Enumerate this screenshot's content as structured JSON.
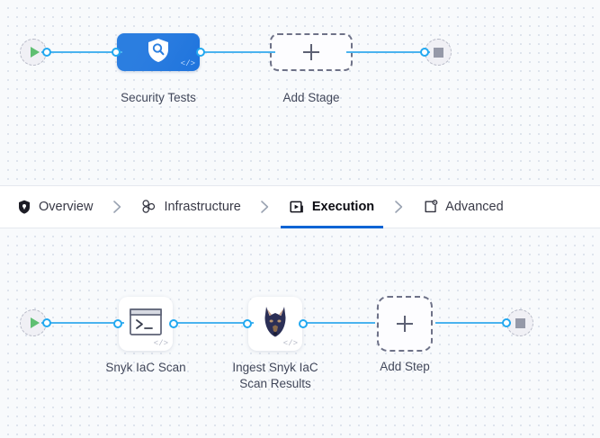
{
  "tabs": [
    {
      "label": "Overview",
      "icon": "shield-icon",
      "active": false
    },
    {
      "label": "Infrastructure",
      "icon": "nodes-icon",
      "active": false
    },
    {
      "label": "Execution",
      "icon": "play-box-icon",
      "active": true
    },
    {
      "label": "Advanced",
      "icon": "settings-card-icon",
      "active": false
    }
  ],
  "tab_separator": "chevron-right-icon",
  "stage_canvas": {
    "start_node": {
      "name": "pipeline-start",
      "icon": "play-icon"
    },
    "stage": {
      "label": "Security Tests",
      "icon": "shield-search-icon",
      "badge": "</>"
    },
    "add_stage": {
      "label": "Add Stage",
      "icon": "plus-icon"
    },
    "end_node": {
      "name": "pipeline-end",
      "icon": "stop-icon"
    }
  },
  "step_canvas": {
    "start_node": {
      "name": "steps-start",
      "icon": "play-icon"
    },
    "steps": [
      {
        "label": "Snyk IaC Scan",
        "icon": "terminal-icon",
        "badge": "</>"
      },
      {
        "label": "Ingest Snyk IaC\nScan Results",
        "icon": "snyk-doberman-icon",
        "badge": "</>"
      }
    ],
    "add_step": {
      "label": "Add Step",
      "icon": "plus-icon"
    },
    "end_node": {
      "name": "steps-end",
      "icon": "stop-icon"
    }
  },
  "colors": {
    "accent_blue": "#0b64d4",
    "edge_blue": "#4ab3ef",
    "stage_blue": "#2b7fe0",
    "canvas_bg": "#f8fafc",
    "start_green": "#5fbf72",
    "stop_grey": "#9599a8"
  }
}
